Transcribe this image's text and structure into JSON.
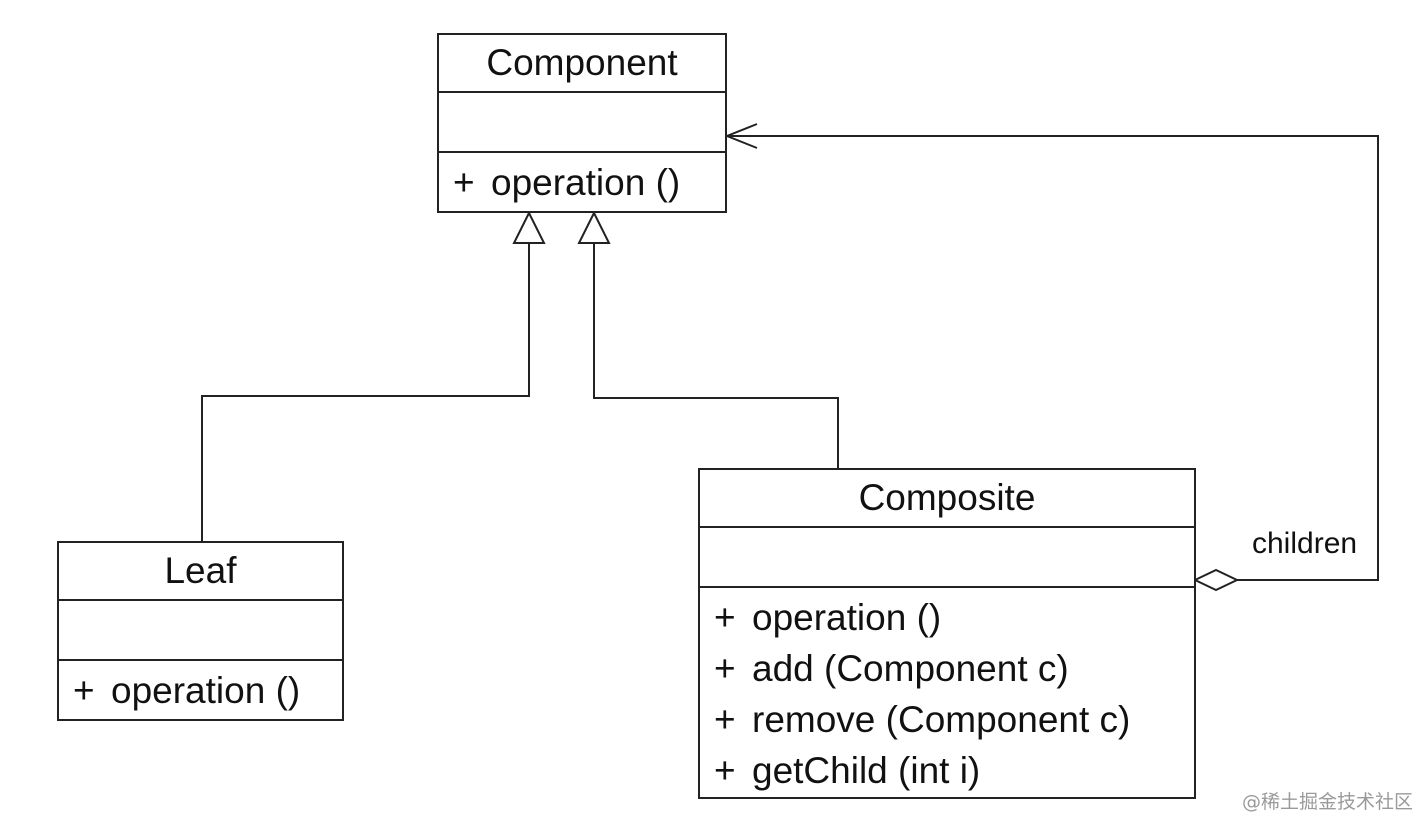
{
  "diagram": {
    "classes": {
      "component": {
        "name": "Component",
        "operations": [
          {
            "visibility": "+",
            "signature": "operation ()"
          }
        ]
      },
      "leaf": {
        "name": "Leaf",
        "operations": [
          {
            "visibility": "+",
            "signature": "operation ()"
          }
        ]
      },
      "composite": {
        "name": "Composite",
        "operations": [
          {
            "visibility": "+",
            "signature": "operation ()"
          },
          {
            "visibility": "+",
            "signature": "add (Component c)"
          },
          {
            "visibility": "+",
            "signature": "remove (Component c)"
          },
          {
            "visibility": "+",
            "signature": "getChild (int i)"
          }
        ]
      }
    },
    "relations": [
      {
        "type": "generalization",
        "from": "Leaf",
        "to": "Component"
      },
      {
        "type": "generalization",
        "from": "Composite",
        "to": "Component"
      },
      {
        "type": "aggregation",
        "from": "Composite",
        "to": "Component",
        "role": "children"
      }
    ],
    "children_label": "children"
  },
  "watermark": "@稀土掘金技术社区"
}
